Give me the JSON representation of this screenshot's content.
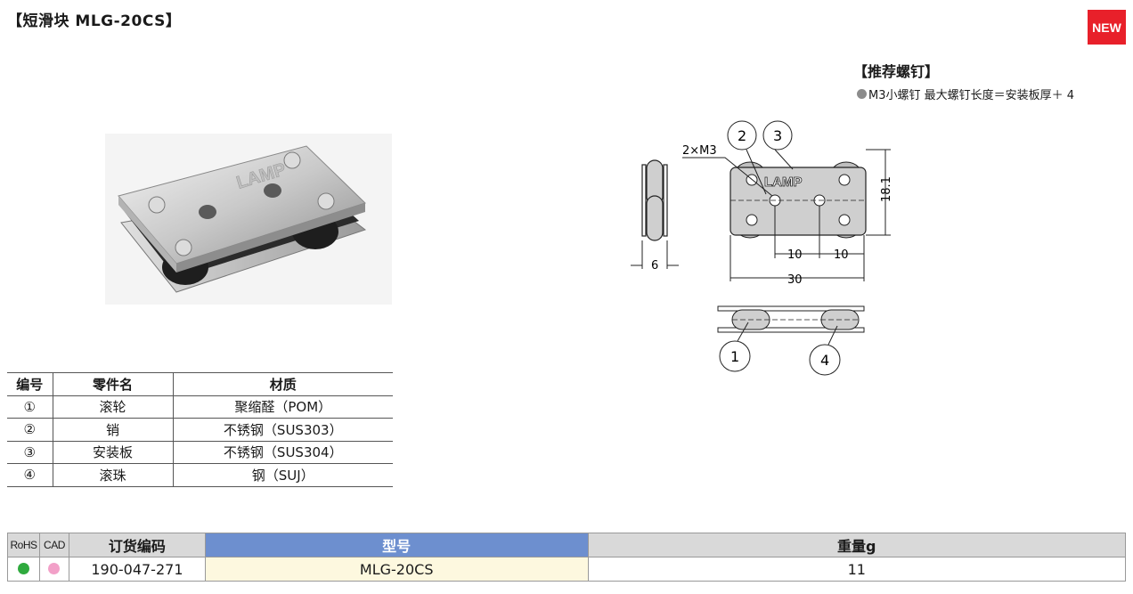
{
  "title": "【短滑块 MLG-20CS】",
  "badge": "NEW",
  "screws": {
    "title": "【推荐螺钉】",
    "note": "M3小螺钉 最大螺钉长度＝安装板厚＋ 4"
  },
  "drawing": {
    "screw_label": "2×M3",
    "dim_height": "18.1",
    "dim_pitch_left": "10",
    "dim_pitch_right": "10",
    "dim_length": "30",
    "dim_width": "6",
    "logo": "LAMP",
    "callouts": [
      "1",
      "2",
      "3",
      "4"
    ]
  },
  "photo": {
    "logo": "LAMP"
  },
  "parts_table": {
    "headers": [
      "编号",
      "零件名",
      "材质"
    ],
    "rows": [
      [
        "①",
        "滚轮",
        "聚缩醛（POM）"
      ],
      [
        "②",
        "销",
        "不锈钢（SUS303）"
      ],
      [
        "③",
        "安装板",
        "不锈钢（SUS304）"
      ],
      [
        "④",
        "滚珠",
        "钢（SUJ）"
      ]
    ]
  },
  "order_table": {
    "headers": [
      "RoHS",
      "CAD",
      "订货编码",
      "型号",
      "重量g"
    ],
    "row": {
      "code": "190-047-271",
      "model": "MLG-20CS",
      "weight": "11"
    },
    "rohs_color": "#2faa3e",
    "cad_color": "#f2a0c8"
  }
}
